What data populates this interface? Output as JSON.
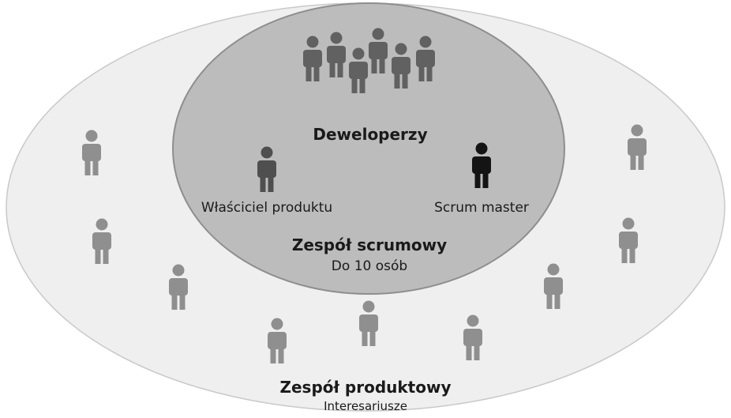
{
  "diagram": {
    "outer_label": "Zespół produktowy",
    "outer_sublabel": "Interesariusze",
    "inner_label": "Zespół scrumowy",
    "inner_sublabel": "Do 10 osób",
    "developers_label": "Deweloperzy",
    "product_owner_label": "Właściciel produktu",
    "scrum_master_label": "Scrum master"
  },
  "colors": {
    "outer_fill": "#efefef",
    "outer_stroke": "#c9c9c9",
    "inner_fill": "#bcbcbc",
    "inner_stroke": "#8e8e8e",
    "developer_icon": "#616161",
    "product_owner_icon": "#4f4f4f",
    "scrum_master_icon": "#141414",
    "stakeholder_icon": "#8f8f8f",
    "text": "#1a1a1a"
  },
  "icons": {
    "person": "person-icon"
  }
}
